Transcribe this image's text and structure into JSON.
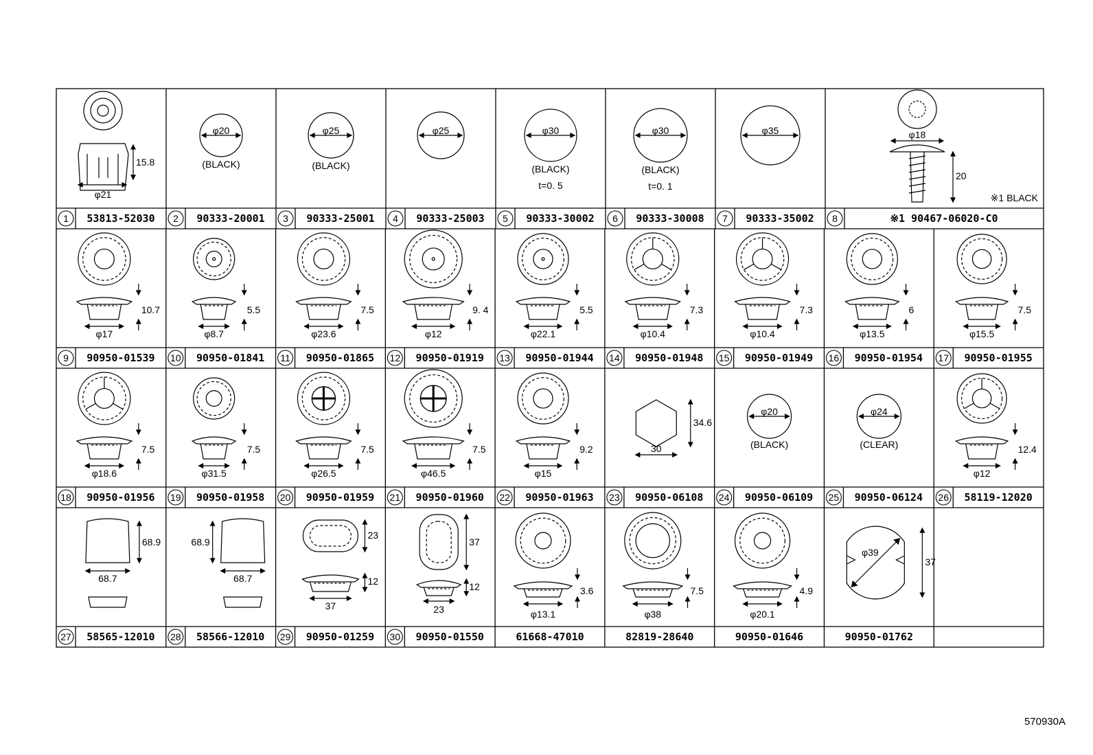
{
  "sheet": {
    "ref_code": "570930A"
  },
  "rows": [
    [
      {
        "num": "1",
        "part": "53813-52030",
        "dims": [
          "15.8",
          "φ21"
        ],
        "notes": []
      },
      {
        "num": "2",
        "part": "90333-20001",
        "dims": [
          "φ20"
        ],
        "notes": [
          "(BLACK)"
        ]
      },
      {
        "num": "3",
        "part": "90333-25001",
        "dims": [
          "φ25"
        ],
        "notes": [
          "(BLACK)"
        ]
      },
      {
        "num": "4",
        "part": "90333-25003",
        "dims": [
          "φ25"
        ],
        "notes": []
      },
      {
        "num": "5",
        "part": "90333-30002",
        "dims": [
          "φ30"
        ],
        "notes": [
          "(BLACK)",
          "t=0. 5"
        ]
      },
      {
        "num": "6",
        "part": "90333-30008",
        "dims": [
          "φ30"
        ],
        "notes": [
          "(BLACK)",
          "t=0. 1"
        ]
      },
      {
        "num": "7",
        "part": "90333-35002",
        "dims": [
          "φ35"
        ],
        "notes": []
      },
      {
        "num": "8",
        "part": "※1 90467-06020-C0",
        "dims": [
          "φ18",
          "20"
        ],
        "notes": [
          "※1 BLACK"
        ]
      }
    ],
    [
      {
        "num": "9",
        "part": "90950-01539",
        "dims": [
          "10.7",
          "φ17"
        ]
      },
      {
        "num": "10",
        "part": "90950-01841",
        "dims": [
          "5.5",
          "φ8.7"
        ]
      },
      {
        "num": "11",
        "part": "90950-01865",
        "dims": [
          "7.5",
          "φ23.6"
        ]
      },
      {
        "num": "12",
        "part": "90950-01919",
        "dims": [
          "9. 4",
          "φ12"
        ]
      },
      {
        "num": "13",
        "part": "90950-01944",
        "dims": [
          "5.5",
          "φ22.1"
        ]
      },
      {
        "num": "14",
        "part": "90950-01948",
        "dims": [
          "7.3",
          "φ10.4"
        ]
      },
      {
        "num": "15",
        "part": "90950-01949",
        "dims": [
          "7.3",
          "φ10.4"
        ]
      },
      {
        "num": "16",
        "part": "90950-01954",
        "dims": [
          "6",
          "φ13.5"
        ]
      },
      {
        "num": "17",
        "part": "90950-01955",
        "dims": [
          "7.5",
          "φ15.5"
        ]
      }
    ],
    [
      {
        "num": "18",
        "part": "90950-01956",
        "dims": [
          "7.5",
          "φ18.6"
        ]
      },
      {
        "num": "19",
        "part": "90950-01958",
        "dims": [
          "7.5",
          "φ31.5"
        ]
      },
      {
        "num": "20",
        "part": "90950-01959",
        "dims": [
          "7.5",
          "φ26.5"
        ]
      },
      {
        "num": "21",
        "part": "90950-01960",
        "dims": [
          "7.5",
          "φ46.5"
        ]
      },
      {
        "num": "22",
        "part": "90950-01963",
        "dims": [
          "9.2",
          "φ15"
        ]
      },
      {
        "num": "23",
        "part": "90950-06108",
        "dims": [
          "34.6",
          "30"
        ]
      },
      {
        "num": "24",
        "part": "90950-06109",
        "dims": [
          "φ20"
        ],
        "notes": [
          "(BLACK)"
        ]
      },
      {
        "num": "25",
        "part": "90950-06124",
        "dims": [
          "φ24"
        ],
        "notes": [
          "(CLEAR)"
        ]
      },
      {
        "num": "26",
        "part": "58119-12020",
        "dims": [
          "12.4",
          "φ12"
        ]
      }
    ],
    [
      {
        "num": "27",
        "part": "58565-12010",
        "dims": [
          "68.9",
          "68.7"
        ]
      },
      {
        "num": "28",
        "part": "58566-12010",
        "dims": [
          "68.9",
          "68.7"
        ]
      },
      {
        "num": "29",
        "part": "90950-01259",
        "dims": [
          "23",
          "12",
          "37"
        ]
      },
      {
        "num": "30",
        "part": "90950-01550",
        "dims": [
          "37",
          "12",
          "23"
        ]
      },
      {
        "num": "",
        "part": "61668-47010",
        "dims": [
          "3.6",
          "φ13.1"
        ]
      },
      {
        "num": "",
        "part": "82819-28640",
        "dims": [
          "7.5",
          "φ38"
        ]
      },
      {
        "num": "",
        "part": "90950-01646",
        "dims": [
          "4.9",
          "φ20.1"
        ]
      },
      {
        "num": "",
        "part": "90950-01762",
        "dims": [
          "φ39",
          "37"
        ]
      },
      {
        "num": "",
        "part": "",
        "dims": []
      }
    ]
  ]
}
